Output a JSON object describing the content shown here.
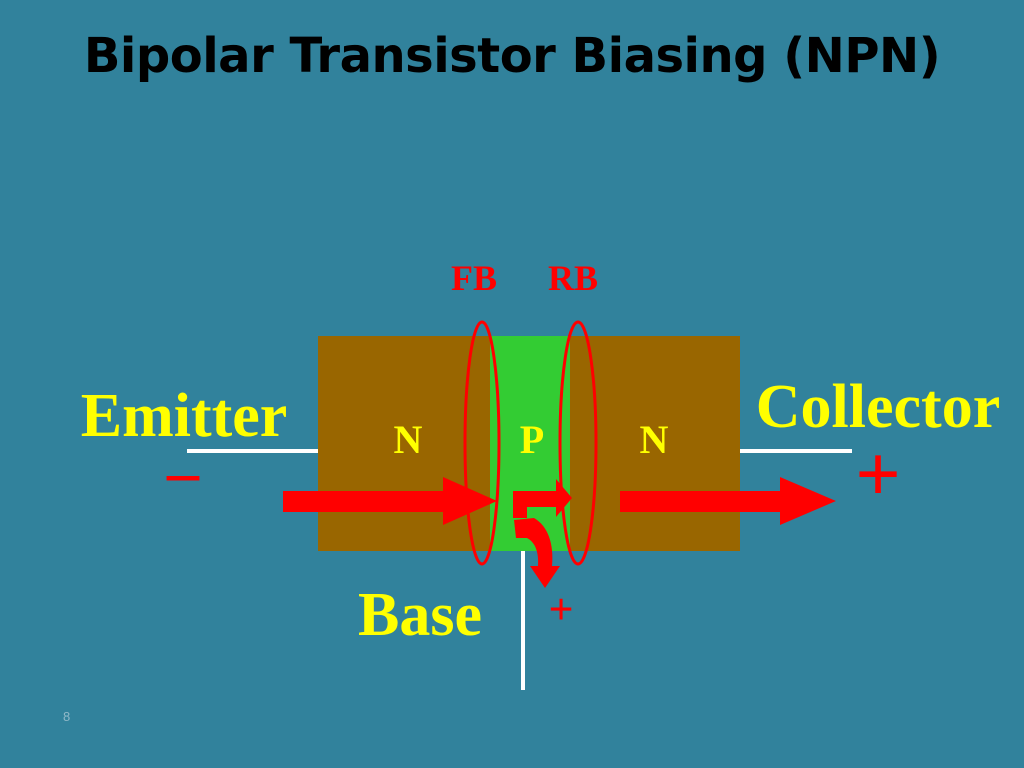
{
  "slide": {
    "title": "Bipolar Transistor Biasing (NPN)",
    "page_number": "8"
  },
  "diagram": {
    "junction_labels": {
      "forward": "FB",
      "reverse": "RB"
    },
    "regions": {
      "emitter_region": "N",
      "base_region": "P",
      "collector_region": "N"
    },
    "terminals": {
      "emitter": "Emitter",
      "collector": "Collector",
      "base": "Base"
    },
    "polarity": {
      "emitter": "–",
      "collector": "+",
      "base": "+"
    },
    "colors": {
      "background": "#31829C",
      "n_region": "#996600",
      "p_region": "#33CC33",
      "labels": "#FFFF00",
      "accent": "#FF0000",
      "wire": "#FFFFFF"
    }
  }
}
